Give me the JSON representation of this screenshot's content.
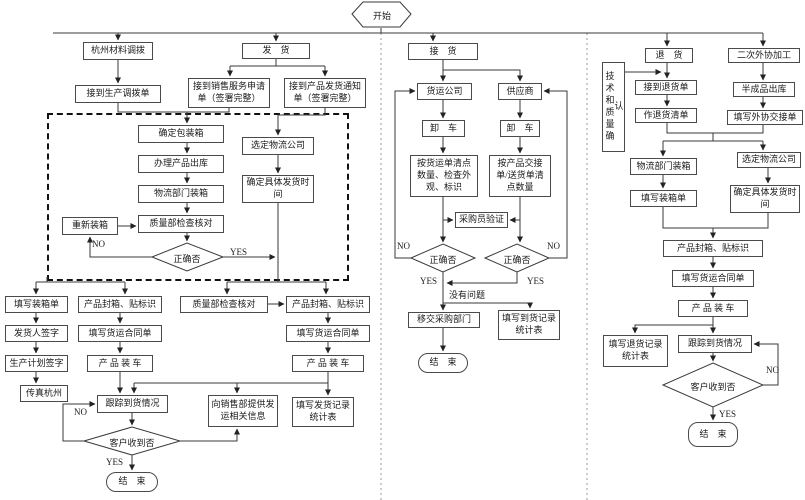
{
  "start_label": "开始",
  "labels": {
    "yes": "YES",
    "no": "NO"
  },
  "shipping": {
    "hq_transfer": "杭州材料调拨",
    "recv_transfer_order": "接到生产调拨单",
    "title": "发　货",
    "recv_sales_request": "接到销售服务申请单（签署完整）",
    "recv_ship_notice": "接到产品发货通知单（签署完整）",
    "confirm_box": "确定包装箱",
    "outbound": "办理产品出库",
    "logistics_pack": "物流部门装箱",
    "qa_check": "质量部检查核对",
    "repack": "重新装箱",
    "correct_q": "正确否",
    "select_logistics": "选定物流公司",
    "confirm_time": "确定具体发货时间",
    "fill_packing_list": "填写装箱单",
    "shipper_sign": "发货人签字",
    "plan_sign": "生产计划签字",
    "fax_hangzhou": "传真杭州",
    "seal_label_a": "产品封箱、贴标识",
    "freight_contract_a": "填写货运合同单",
    "load_a": "产 品 装 车",
    "qa_check2": "质量部检查核对",
    "seal_label_b": "产品封箱、贴标识",
    "freight_contract_b": "填写货运合同单",
    "load_b": "产 品 装 车",
    "track": "跟踪到货情况",
    "received_q": "客户收到否",
    "inform_sales": "向销售部提供发运相关信息",
    "ship_record": "填写发货记录统计表",
    "end": "结　束"
  },
  "receiving": {
    "title": "接　货",
    "freight_company": "货运公司",
    "supplier": "供应商",
    "unload_a": "卸　车",
    "unload_b": "卸　车",
    "check_freight": "按货运单清点数量、检查外观、标识",
    "check_product": "按产品交接单/送货单清点数量",
    "buyer_verify": "采购员验证",
    "correct_qa": "正确否",
    "correct_qb": "正确否",
    "no_problem": "没有问题",
    "handover_purchasing": "移交采购部门",
    "arrival_record": "填写到货记录统计表",
    "end": "结　束"
  },
  "returns": {
    "return_title": "退　货",
    "secondary_title": "二次外协加工",
    "tech_quality_confirm": "技术和质量确认",
    "recv_return_note": "接到退货单",
    "make_return_list": "作退货清单",
    "semi_outbound": "半成品出库",
    "outsourcing_handover": "填写外协交接单",
    "logistics_pack": "物流部门装箱",
    "fill_packing_list": "填写装箱单",
    "select_logistics": "选定物流公司",
    "confirm_time": "确定具体发货时间",
    "seal_label": "产品封箱、贴标识",
    "freight_contract": "填写货运合同单",
    "load": "产 品 装 车",
    "return_record": "填写退货记录统计表",
    "track": "跟踪到货情况",
    "received_q": "客户收到否",
    "end": "结　束"
  }
}
